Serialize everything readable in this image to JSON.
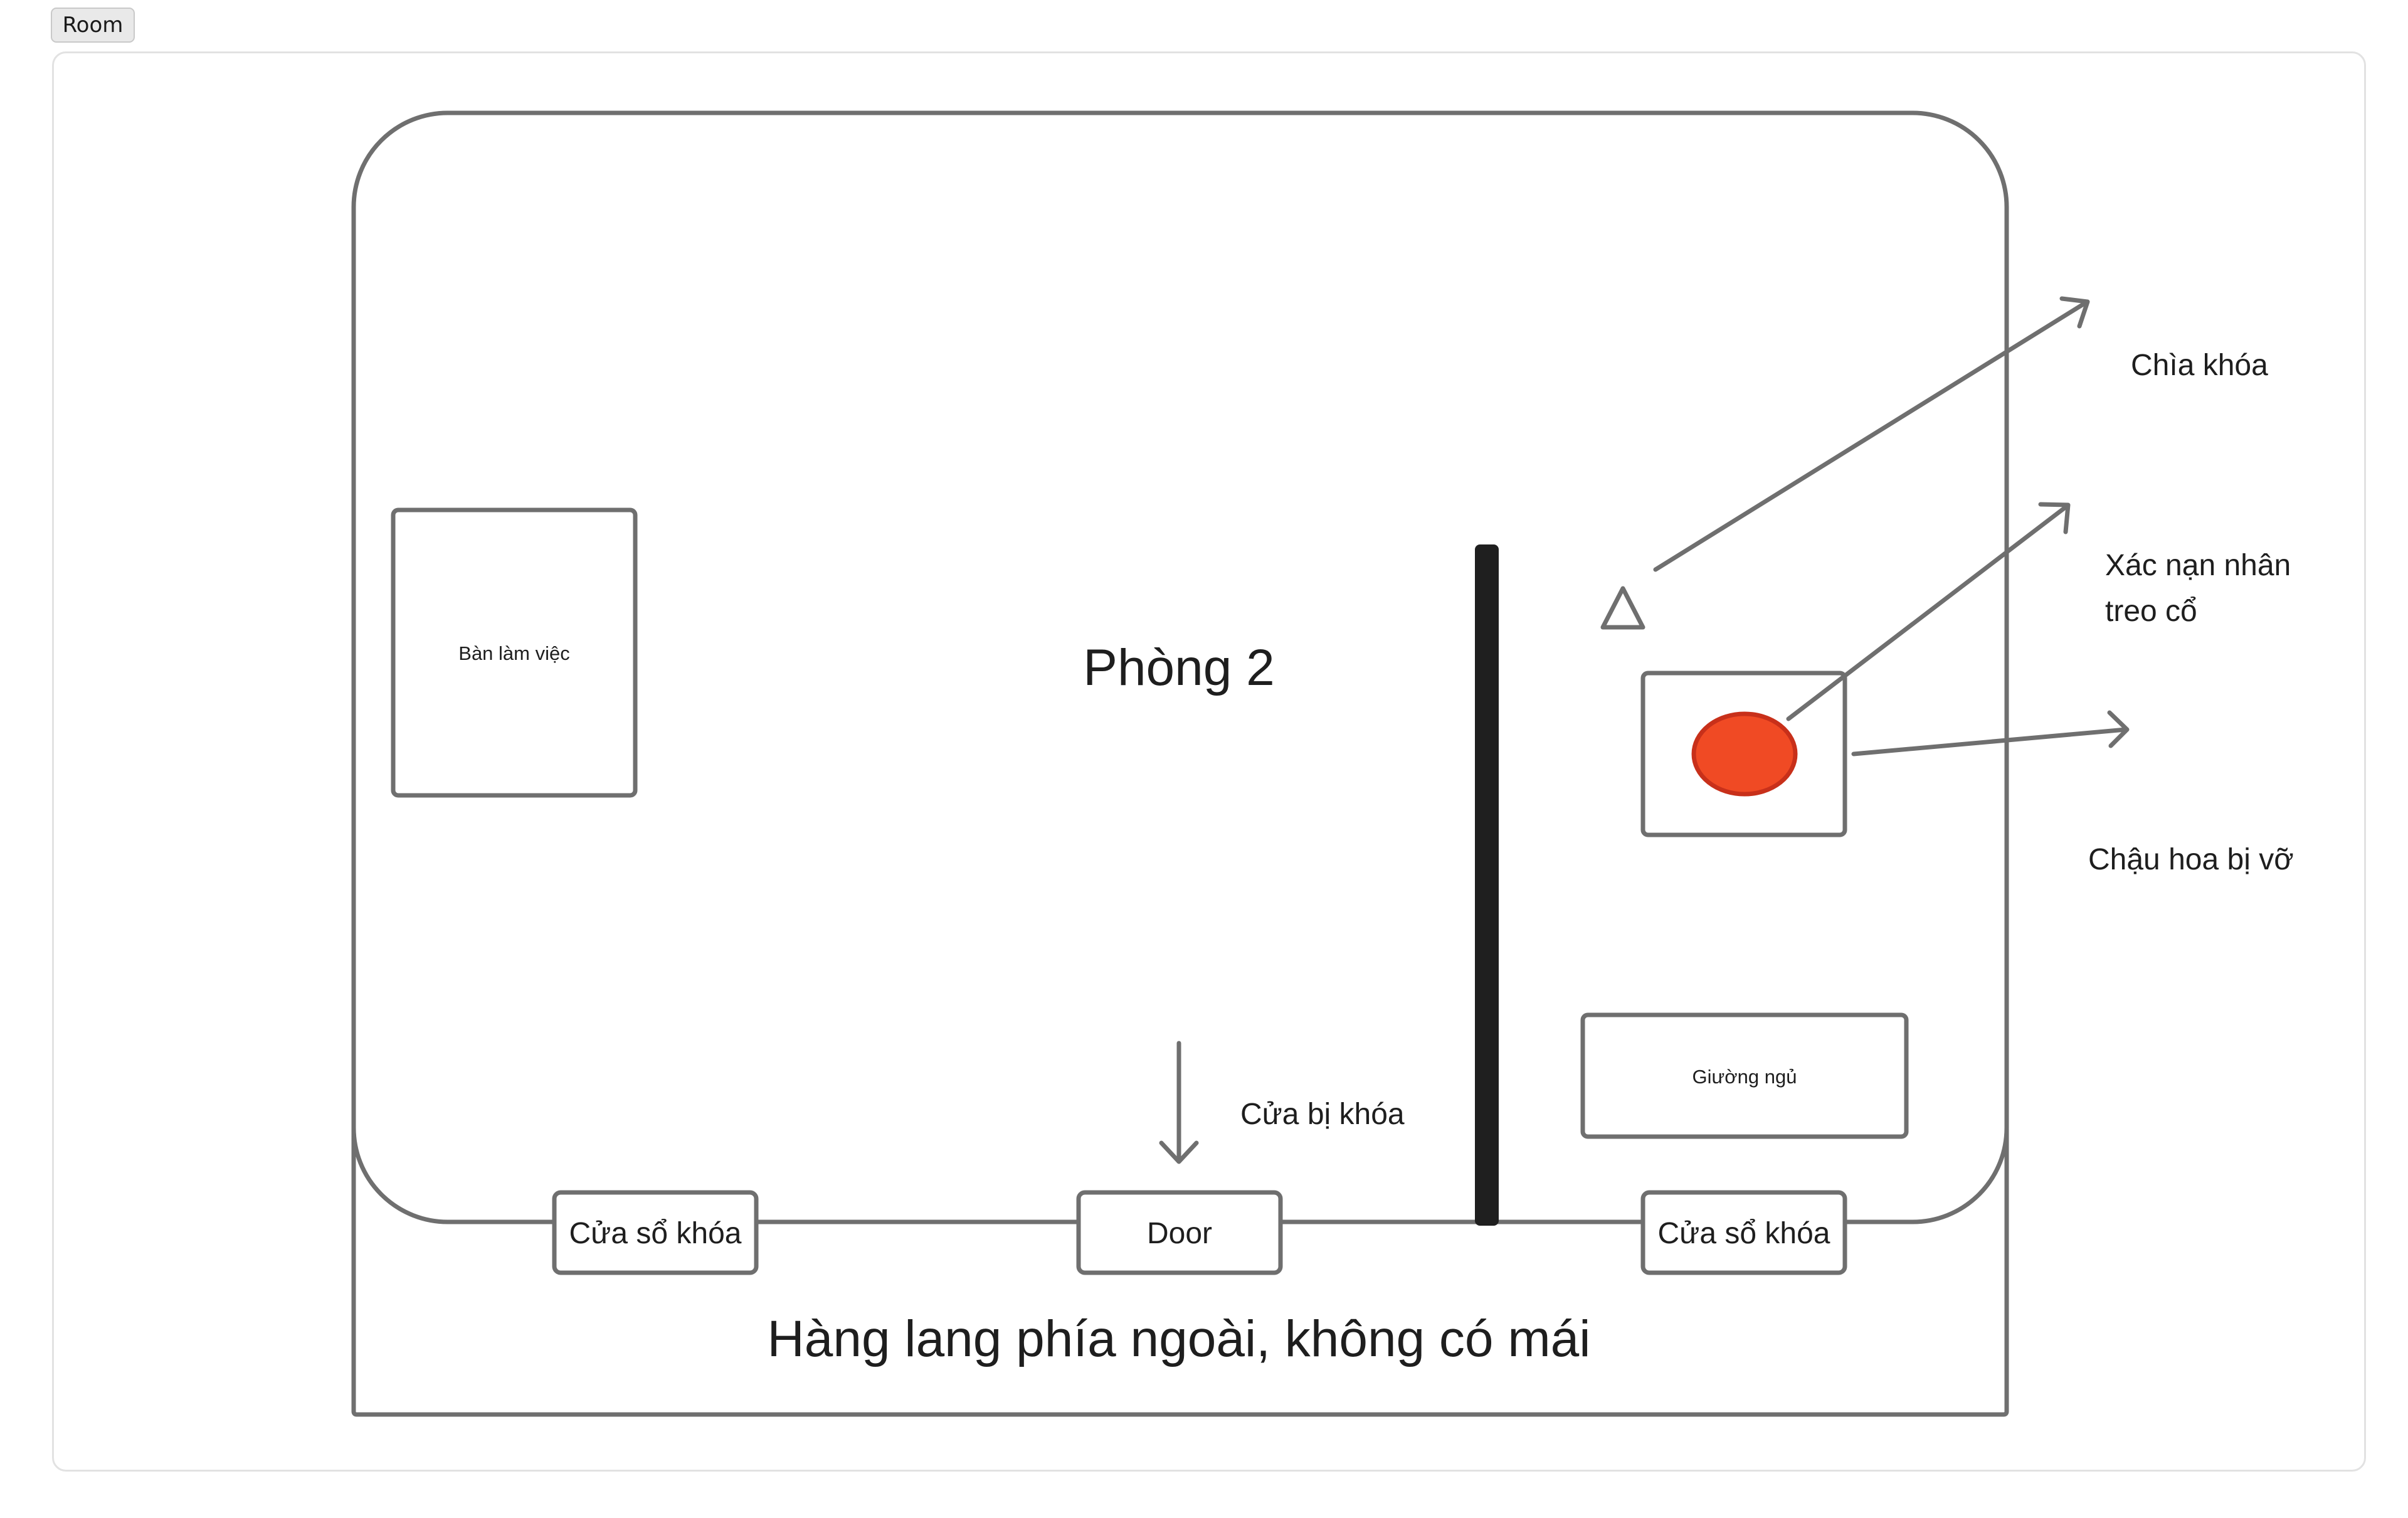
{
  "tab": {
    "label": "Room"
  },
  "diagram": {
    "room_label": "Phòng 2",
    "desk_label": "Bàn làm việc",
    "bed_label": "Giường ngủ",
    "door_label": "Door",
    "window_left_label": "Cửa sổ khóa",
    "window_right_label": "Cửa sổ khóa",
    "corridor_label": "Hàng lang phía ngoài, không có mái",
    "locked_door_note": "Cửa bị khóa",
    "key_note": "Chìa khóa",
    "victim_note_line1": "Xác nạn nhân",
    "victim_note_line2": "treo cổ",
    "pot_note": "Chậu hoa bị vỡ"
  },
  "colors": {
    "stroke": "#6f6f6f",
    "wall": "#1f1f1f",
    "victim_fill": "#f04a24",
    "victim_stroke": "#c8301a",
    "text": "#1e1e1e"
  }
}
